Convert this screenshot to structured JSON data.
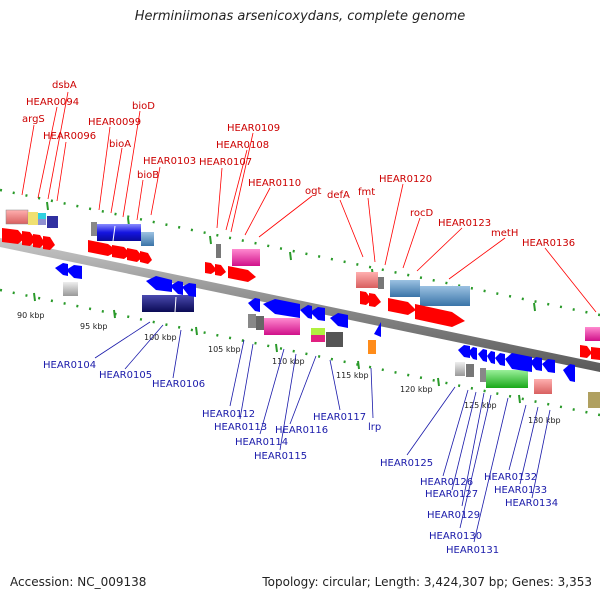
{
  "header": {
    "title": "Herminiimonas arsenicoxydans, complete genome"
  },
  "footer": {
    "accession": "Accession: NC_009138",
    "topology": "Topology: circular; Length: 3,424,307 bp; Genes: 3,353"
  },
  "scale": {
    "unit": "kbp",
    "ticks": [
      "90 kbp",
      "95 kbp",
      "100 kbp",
      "105 kbp",
      "110 kbp",
      "115 kbp",
      "120 kbp",
      "125 kbp",
      "130 kbp"
    ]
  },
  "genes_top": [
    "dsbA",
    "HEAR0094",
    "argS",
    "HEAR0096",
    "HEAR0099",
    "bioA",
    "bioD",
    "bioB",
    "HEAR0103",
    "HEAR0109",
    "HEAR0108",
    "HEAR0107",
    "HEAR0110",
    "ogt",
    "defA",
    "fmt",
    "HEAR0120",
    "rocD",
    "HEAR0123",
    "metH",
    "HEAR0136"
  ],
  "genes_bottom": [
    "HEAR0104",
    "HEAR0105",
    "HEAR0106",
    "HEAR0112",
    "HEAR0113",
    "HEAR0114",
    "HEAR0115",
    "HEAR0116",
    "HEAR0117",
    "lrp",
    "HEAR0125",
    "HEAR0126",
    "HEAR0127",
    "HEAR0129",
    "HEAR0130",
    "HEAR0131",
    "HEAR0132",
    "HEAR0133",
    "HEAR0134"
  ],
  "colors": {
    "forward_arrow": "#ff0000",
    "reverse_arrow": "#0000ff",
    "top_label": "#cc0000",
    "bottom_label": "#1a1aaa",
    "backbone": "#888888",
    "tick": "#2a9a2a"
  }
}
